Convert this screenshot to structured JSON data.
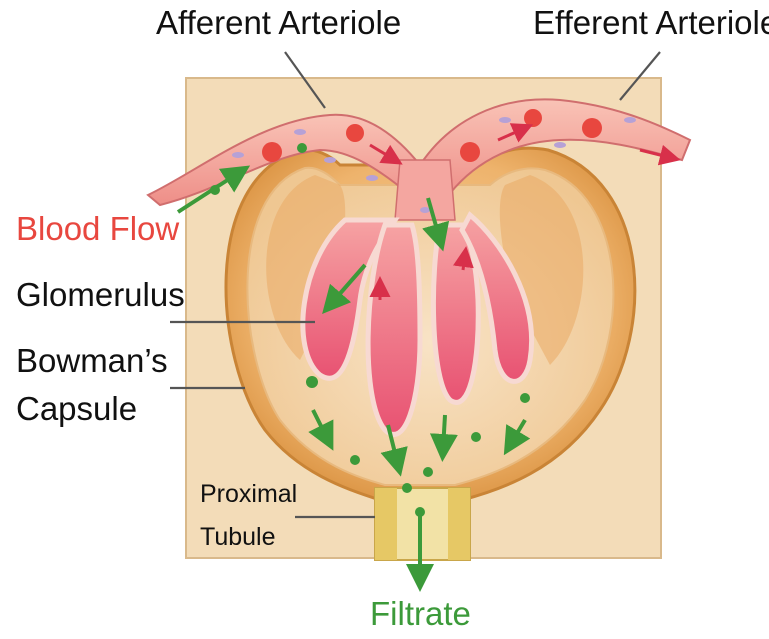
{
  "labels": {
    "afferent": "Afferent Arteriole",
    "efferent": "Efferent Arteriole",
    "blood_flow": "Blood Flow",
    "glomerulus": "Glomerulus",
    "bowmans_line1": "Bowman’s",
    "bowmans_line2": "Capsule",
    "proximal_line1": "Proximal",
    "proximal_line2": "Tubule",
    "filtrate": "Filtrate"
  },
  "colors": {
    "blood_flow_label": "#e8473f",
    "filtrate_label": "#3c9a3a",
    "background_panel": "#f3dcb8",
    "capsule": "#e3a75c",
    "capsule_inner": "#f2c28a",
    "vessel": "#f2a8a0",
    "loop": "#ef6f86",
    "red_cell": "#e8473f",
    "filtrate_particle": "#3c9a3a",
    "tubule": "#e9cf7a"
  }
}
